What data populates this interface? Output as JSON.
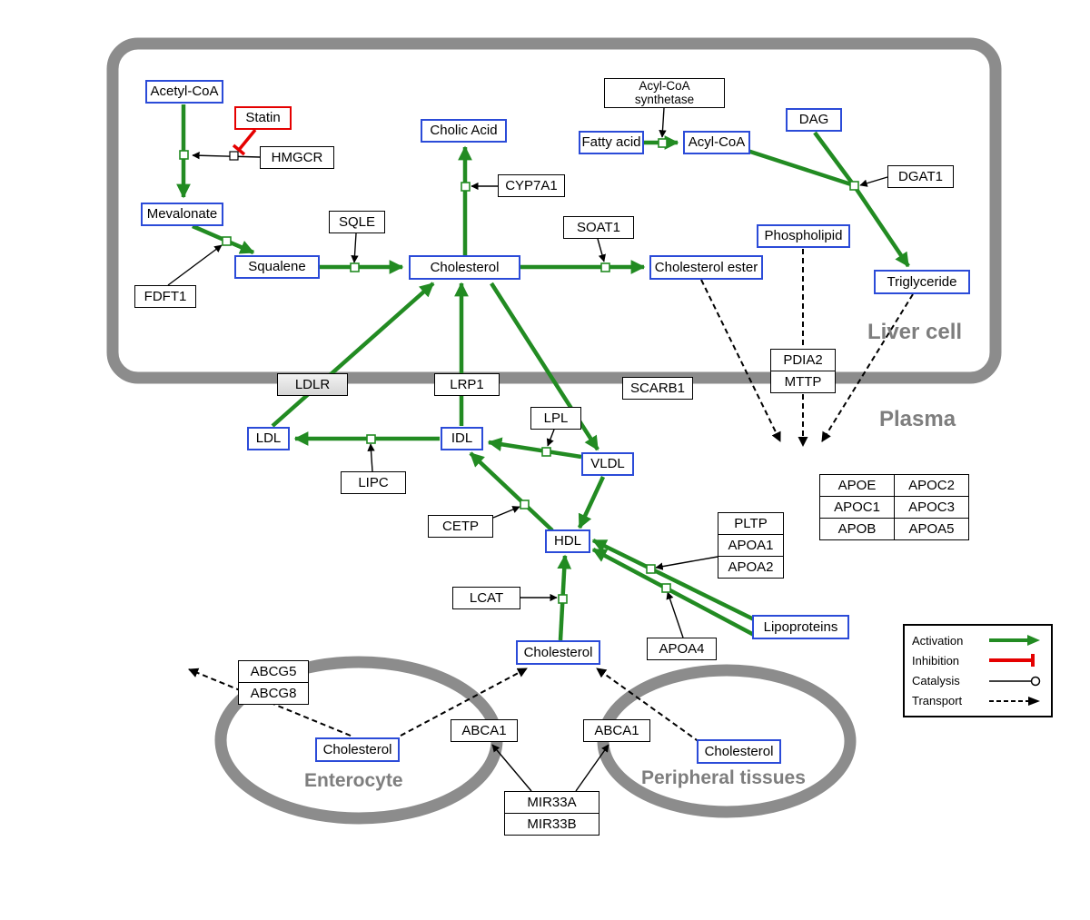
{
  "regions": {
    "liver": "Liver cell",
    "plasma": "Plasma",
    "enterocyte": "Enterocyte",
    "peripheral": "Peripheral tissues"
  },
  "nodes": {
    "acetyl_coa": "Acetyl-CoA",
    "statin": "Statin",
    "hmgcr": "HMGCR",
    "mevalonate": "Mevalonate",
    "cholic_acid": "Cholic Acid",
    "cyp7a1": "CYP7A1",
    "sqle": "SQLE",
    "squalene": "Squalene",
    "fdft1": "FDFT1",
    "cholesterol_liver": "Cholesterol",
    "soat1": "SOAT1",
    "cholesterol_ester": "Cholesterol ester",
    "acyl_coa_synthetase_line1": "Acyl-CoA",
    "acyl_coa_synthetase_line2": "synthetase",
    "fatty_acid": "Fatty acid",
    "acyl_coa": "Acyl-CoA",
    "dag": "DAG",
    "dgat1": "DGAT1",
    "phospholipid": "Phospholipid",
    "triglyceride": "Triglyceride",
    "ldlr": "LDLR",
    "lrp1": "LRP1",
    "scarb1": "SCARB1",
    "pdia2": "PDIA2",
    "mttp": "MTTP",
    "ldl": "LDL",
    "idl": "IDL",
    "lipc": "LIPC",
    "lpl": "LPL",
    "vldl": "VLDL",
    "cetp": "CETP",
    "hdl": "HDL",
    "pltp": "PLTP",
    "apoa1": "APOA1",
    "apoa2": "APOA2",
    "lcat": "LCAT",
    "apoa4": "APOA4",
    "lipoproteins": "Lipoproteins",
    "apoe": "APOE",
    "apoc2": "APOC2",
    "apoc1": "APOC1",
    "apoc3": "APOC3",
    "apob": "APOB",
    "apoa5": "APOA5",
    "cholesterol_plasma": "Cholesterol",
    "abcg5": "ABCG5",
    "abcg8": "ABCG8",
    "cholesterol_enterocyte": "Cholesterol",
    "abca1_enterocyte": "ABCA1",
    "abca1_peripheral": "ABCA1",
    "cholesterol_peripheral": "Cholesterol",
    "mir33a": "MIR33A",
    "mir33b": "MIR33B"
  },
  "legend": {
    "activation": "Activation",
    "inhibition": "Inhibition",
    "catalysis": "Catalysis",
    "transport": "Transport"
  },
  "colors": {
    "activation": "#228B22",
    "inhibition": "#E50000",
    "metabolite": "#2B4BD8",
    "membrane": "#8C8C8C",
    "regionlabel": "#7E7E7E"
  }
}
